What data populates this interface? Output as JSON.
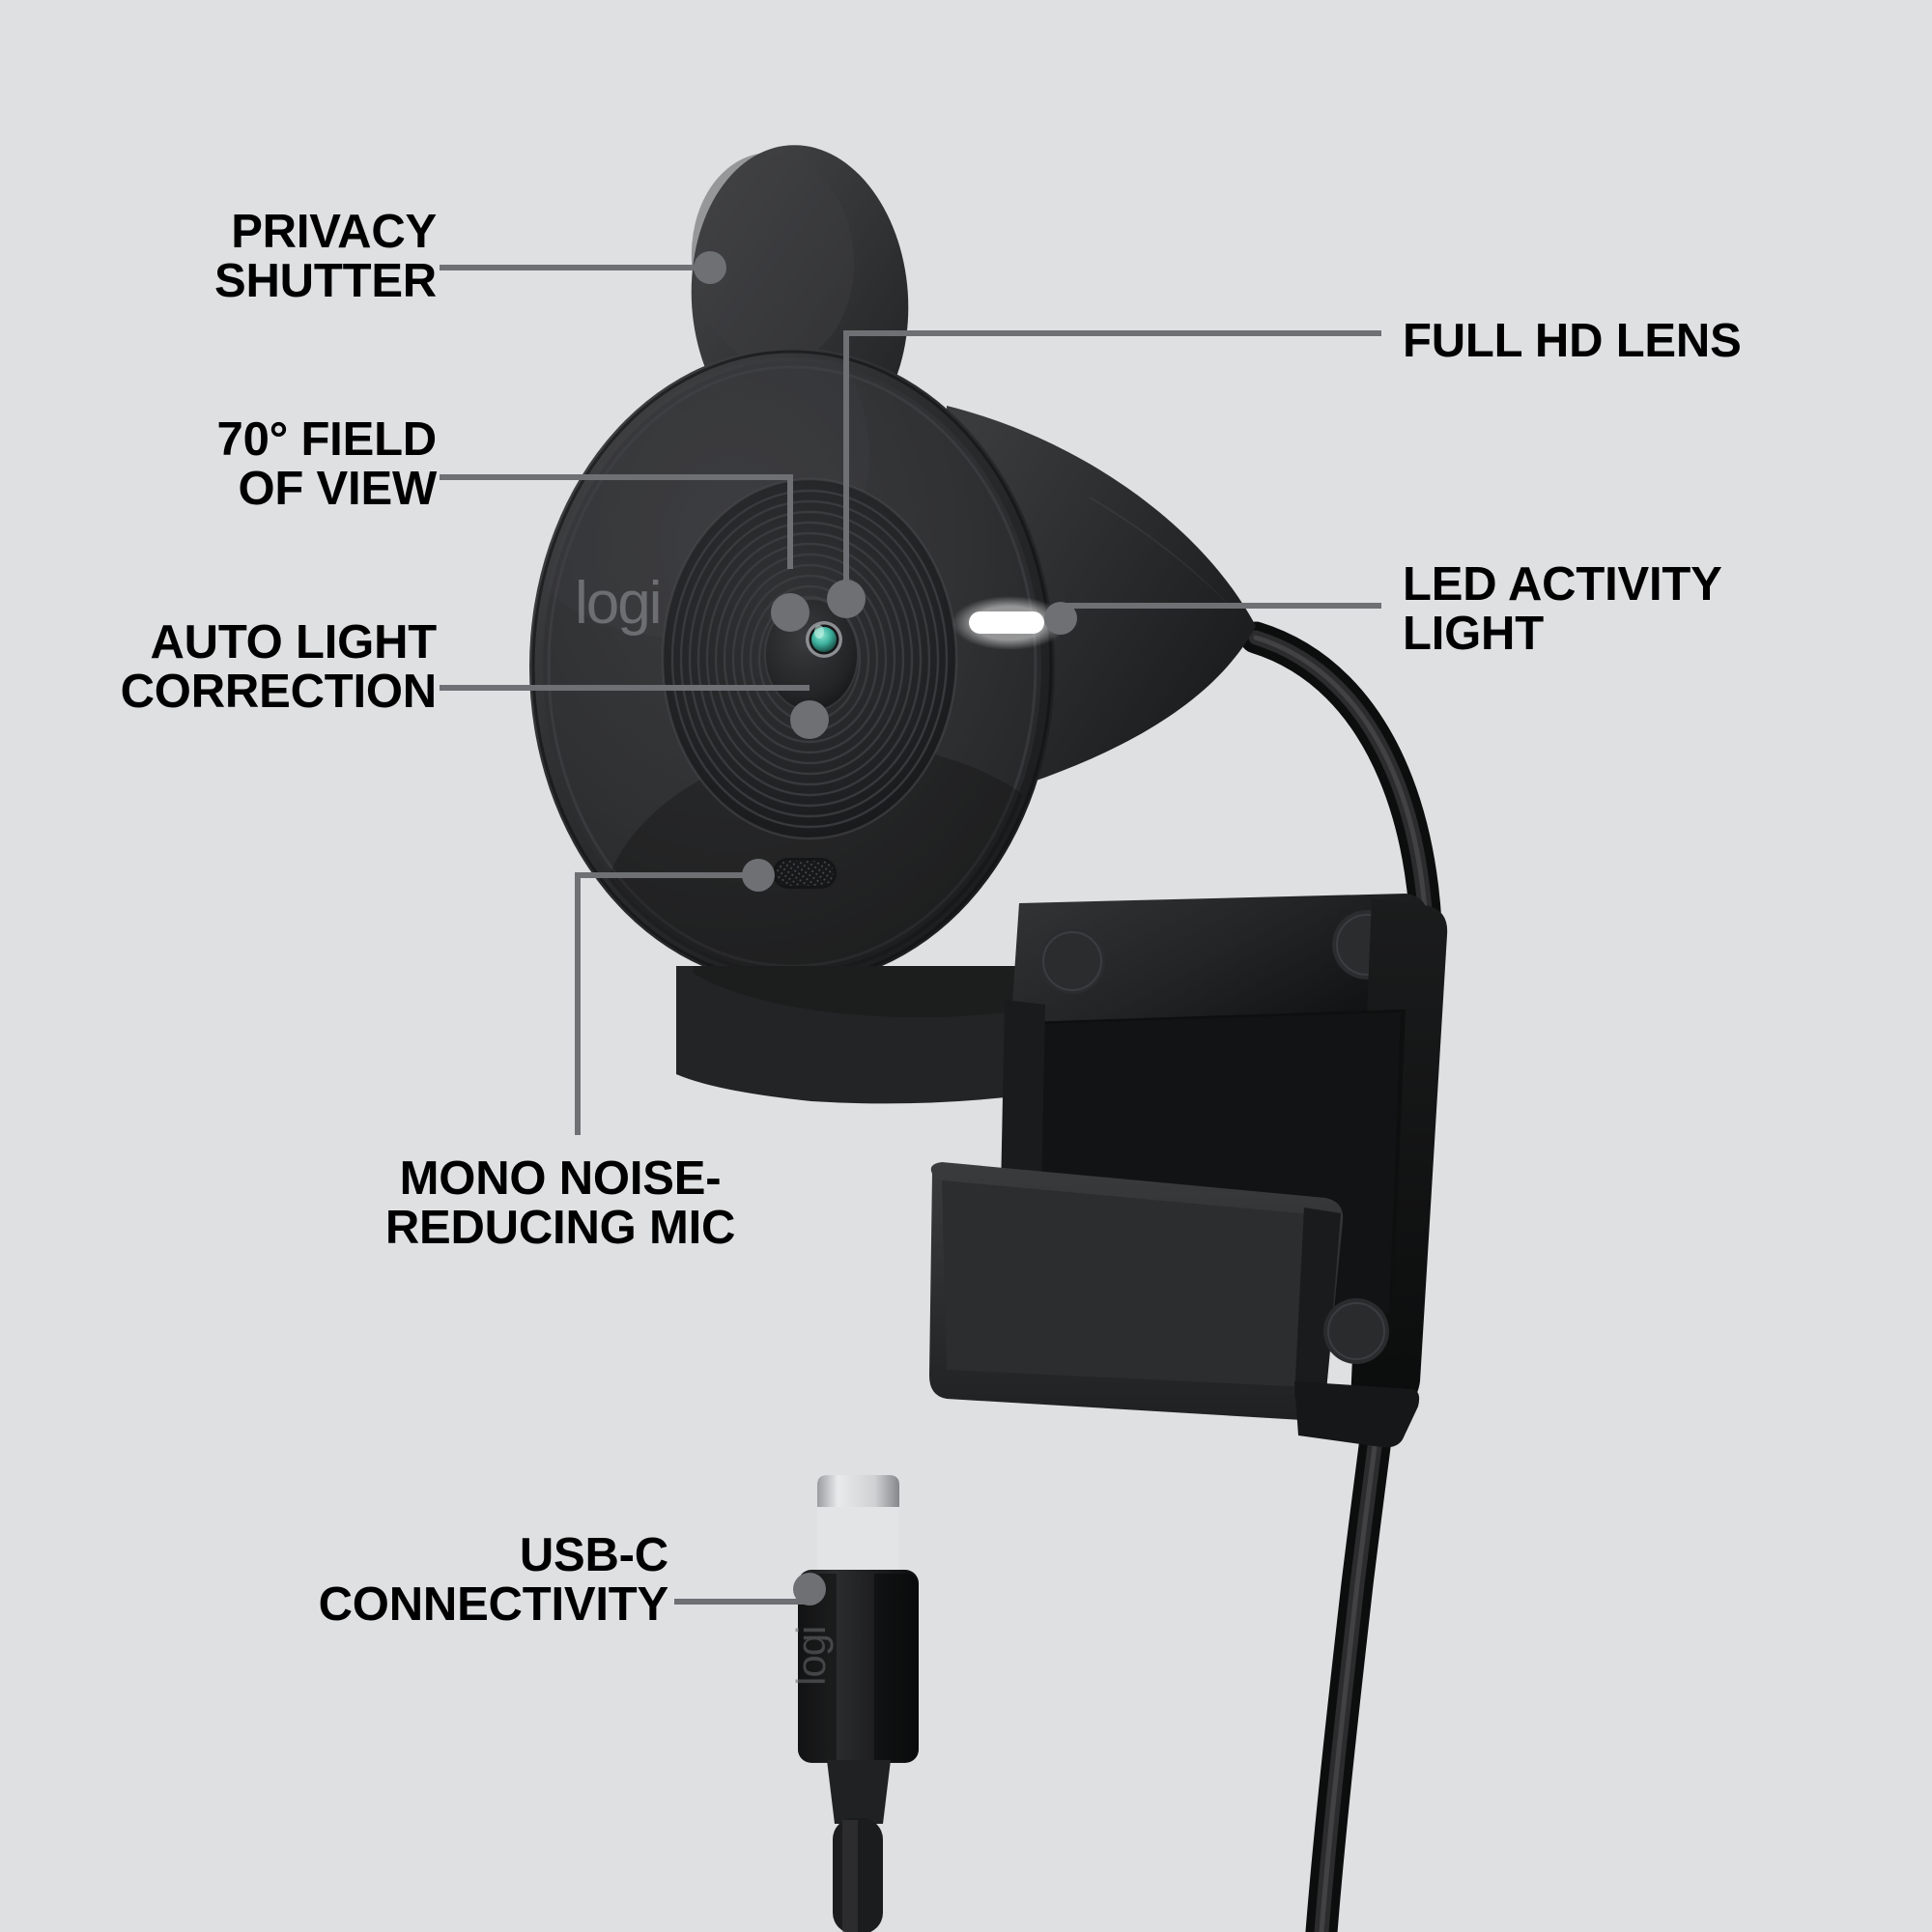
{
  "image": {
    "subject": "Logitech Brio webcam feature callout diagram",
    "background_color": "#dfe0e2",
    "label_text_color": "#000000",
    "leader_line_color": "#6e7074",
    "product_body_color": "#2f3032",
    "product_dark_color": "#1b1c1d",
    "lens_accent_color": "#3fb3a0",
    "led_color": "#ffffff",
    "brand_mark": "logi"
  },
  "callouts": [
    {
      "id": "privacy-shutter",
      "label": "PRIVACY\nSHUTTER",
      "side": "left",
      "target": "privacy shutter cap on top of camera"
    },
    {
      "id": "field-of-view",
      "label": "70° FIELD\nOF VIEW",
      "side": "left",
      "target": "lens ring / field of view"
    },
    {
      "id": "auto-light-correction",
      "label": "AUTO LIGHT\nCORRECTION",
      "side": "left",
      "target": "lens sensor area"
    },
    {
      "id": "mono-noise-reducing-mic",
      "label": "MONO NOISE-\nREDUCING MIC",
      "side": "bottom-left",
      "target": "microphone grille on lower face"
    },
    {
      "id": "usb-c-connectivity",
      "label": "USB-C\nCONNECTIVITY",
      "side": "bottom-left",
      "target": "USB-C plug tip"
    },
    {
      "id": "full-hd-lens",
      "label": "FULL HD LENS",
      "side": "right",
      "target": "center lens element"
    },
    {
      "id": "led-activity-light",
      "label": "LED ACTIVITY\nLIGHT",
      "side": "right",
      "target": "white LED indicator bar"
    }
  ],
  "product_marks": {
    "face_logo": "logi",
    "connector_logo": "logi"
  }
}
